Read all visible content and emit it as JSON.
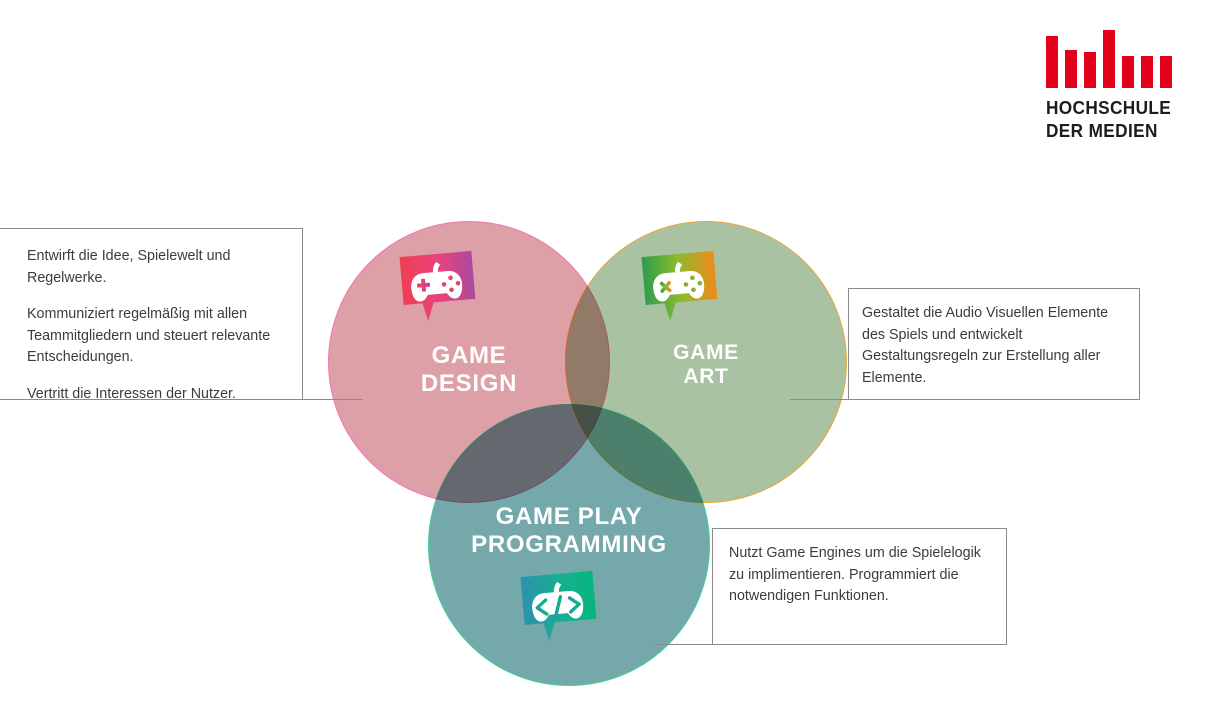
{
  "logo": {
    "name": "hochschule-der-medien-logo",
    "line1": "HOCHSCHULE",
    "line2": "DER MEDIEN",
    "bar_color": "#e2001a",
    "text_color": "#1d1d1b",
    "bars": [
      52,
      38,
      36,
      58,
      32,
      32,
      32
    ]
  },
  "diagram": {
    "type": "venn",
    "circles": [
      {
        "id": "game-design",
        "label": "GAME\nDESIGN",
        "fill": "#dda0a6",
        "stroke": "#ef77b0",
        "icon": "gamepad-speech-bubble-icon",
        "icon_gradient_from": "#ef4155",
        "icon_gradient_to": "#b0459a"
      },
      {
        "id": "game-art",
        "label": "GAME\nART",
        "fill": "#a9c2a1",
        "stroke": "#f0a53c",
        "icon": "gamepad-brush-speech-bubble-icon",
        "icon_gradient_from": "#2f9d4f",
        "icon_gradient_to": "#f08a1c"
      },
      {
        "id": "game-play-programming",
        "label": "GAME PLAY\nPROGRAMMING",
        "fill": "#74a8ab",
        "stroke": "#3fcf9a",
        "icon": "code-gamepad-speech-bubble-icon",
        "icon_gradient_from": "#2a93ab",
        "icon_gradient_to": "#06b582"
      }
    ]
  },
  "callouts": {
    "design": {
      "name": "game-design-description",
      "paragraphs": [
        "Entwirft die Idee, Spielewelt und Regelwerke.",
        "Kommuniziert regelmäßig mit allen Teammitgliedern und steuert relevante Entscheidungen.",
        "Vertritt die Interessen der Nutzer."
      ]
    },
    "art": {
      "name": "game-art-description",
      "paragraphs": [
        "Gestaltet die Audio Visuellen Elemente des Spiels und entwickelt Gestaltungsregeln zur Erstellung aller Elemente."
      ]
    },
    "programming": {
      "name": "game-play-programming-description",
      "paragraphs": [
        "Nutzt Game Engines um die Spielelogik zu implimentieren. Programmiert die notwendigen Funktionen."
      ]
    }
  }
}
